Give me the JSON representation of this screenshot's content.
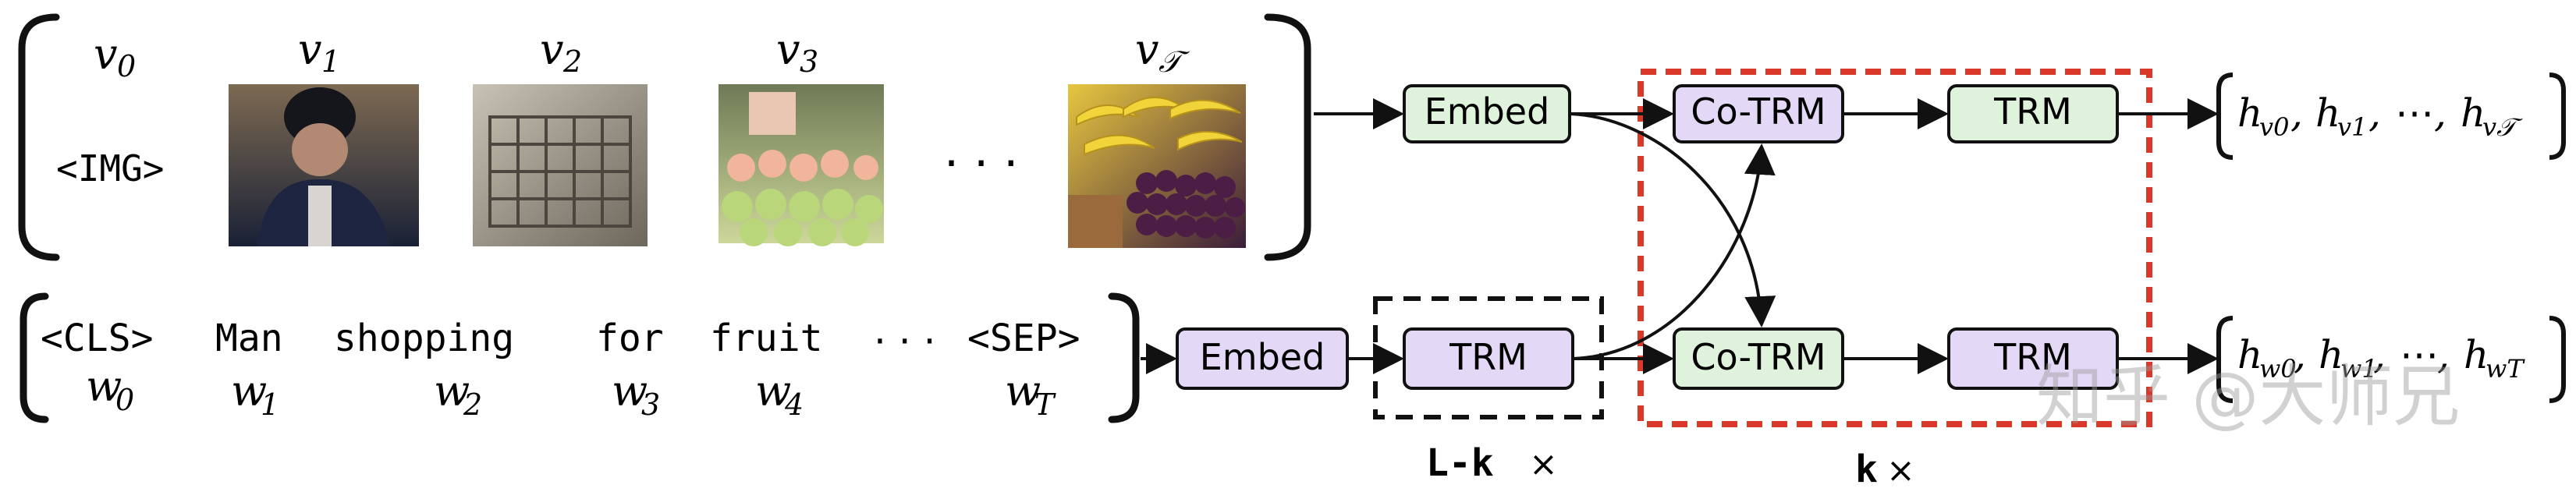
{
  "image_row": {
    "img_token": "<IMG>",
    "region_labels": [
      "v",
      "v",
      "v",
      "v",
      "v"
    ],
    "region_subscripts": [
      "0",
      "1",
      "2",
      "3",
      "𝒯"
    ],
    "ellipsis": "· · ·"
  },
  "text_row": {
    "tokens": [
      "<CLS>",
      "Man",
      "shopping",
      "for",
      "fruit",
      "<SEP>"
    ],
    "token_vars": [
      "w",
      "w",
      "w",
      "w",
      "w",
      "w"
    ],
    "token_subscripts": [
      "0",
      "1",
      "2",
      "3",
      "4",
      "T"
    ],
    "ellipsis": "· · ·"
  },
  "blocks": {
    "embed_visual": "Embed",
    "embed_text": "Embed",
    "trm_text_only": "TRM",
    "cotrm_visual": "Co-TRM",
    "trm_visual": "TRM",
    "cotrm_text": "Co-TRM",
    "trm_text": "TRM"
  },
  "repeat_labels": {
    "l_minus_k_prefix": "L-k",
    "k_prefix": "k",
    "times_symbol": "×"
  },
  "outputs": {
    "visual_prefix": "h",
    "visual_subscripts": [
      "v0",
      "v1",
      "v𝒯"
    ],
    "text_prefix": "h",
    "text_subscripts": [
      "w0",
      "w1",
      "wT"
    ],
    "separator": ", ",
    "ellipsis": "⋯"
  },
  "watermark": "知乎 @大师兄",
  "colors": {
    "green_fill": "#dff2dc",
    "purple_fill": "#e3d9f7",
    "red_dash": "#d9392b",
    "black": "#111111"
  }
}
